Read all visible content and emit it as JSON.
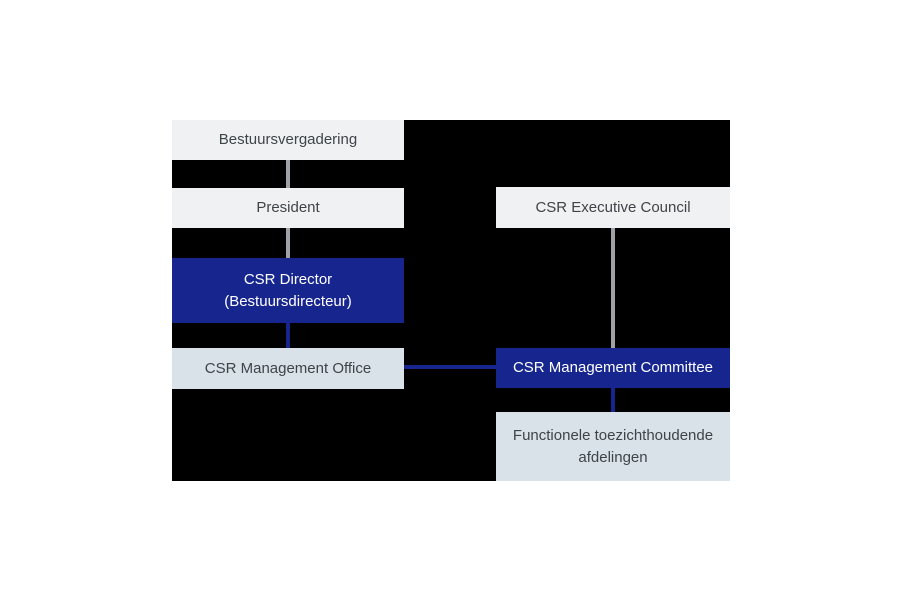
{
  "colors": {
    "page_background": "#ffffff",
    "chart_background": "#000000",
    "node_light_gray": "#f0f1f3",
    "node_light_blue": "#d9e1e9",
    "node_dark_blue": "#17268e",
    "connector_gray": "#9ea2a6",
    "connector_blue": "#17268e",
    "text_dark": "#3f4448",
    "text_light": "#ffffff"
  },
  "diagram": {
    "type": "org-chart",
    "nodes": {
      "bestuursvergadering": {
        "label": "Bestuursvergadering"
      },
      "president": {
        "label": "President"
      },
      "csr_director": {
        "label_line1": "CSR Director",
        "label_line2": "(Bestuursdirecteur)"
      },
      "csr_management_office": {
        "label": "CSR Management Office"
      },
      "csr_executive_council": {
        "label": "CSR Executive Council"
      },
      "csr_management_committee": {
        "label": "CSR Management Committee"
      },
      "functional_departments": {
        "label_line1": "Functionele toezichthoudende",
        "label_line2": "afdelingen"
      }
    },
    "connections": [
      {
        "from": "bestuursvergadering",
        "to": "president",
        "color": "gray",
        "orientation": "vertical"
      },
      {
        "from": "president",
        "to": "csr_director",
        "color": "gray",
        "orientation": "vertical"
      },
      {
        "from": "csr_director",
        "to": "csr_management_office",
        "color": "blue",
        "orientation": "vertical"
      },
      {
        "from": "csr_executive_council",
        "to": "csr_management_committee",
        "color": "gray",
        "orientation": "vertical"
      },
      {
        "from": "csr_management_committee",
        "to": "functional_departments",
        "color": "blue",
        "orientation": "vertical"
      },
      {
        "from": "csr_management_office",
        "to": "csr_management_committee",
        "color": "blue",
        "orientation": "horizontal"
      }
    ]
  }
}
